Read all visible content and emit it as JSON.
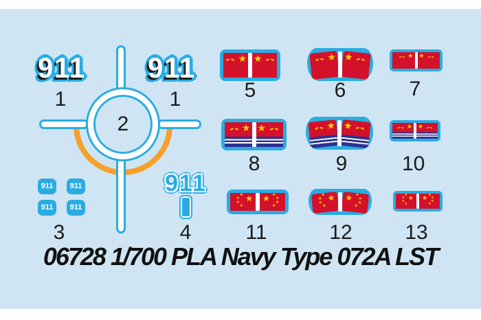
{
  "page": {
    "caption": "06728 1/700 PLA Navy Type 072A LST",
    "description": "decal-sheet"
  },
  "colors": {
    "background": "#cfe5f3",
    "outline_cyan": "#2aace3",
    "arc_orange": "#f5a02d",
    "flag_red": "#d4112b",
    "flag_navy": "#2e3192",
    "star_yellow": "#ffd200",
    "text_black": "#1a1a1a",
    "white": "#ffffff"
  },
  "glyphs": {
    "star": "★"
  },
  "hull": {
    "number": "911"
  },
  "labels": {
    "i1a": "1",
    "i1b": "1",
    "i2": "2",
    "i3": "3",
    "i4": "4",
    "i5": "5",
    "i6": "6",
    "i7": "7",
    "i8": "8",
    "i9": "9",
    "i10": "10",
    "i11": "11",
    "i12": "12",
    "i13": "13"
  },
  "flags": {
    "row1_style": "pla-military-flag-red-star",
    "row2_style": "pla-navy-ensign-striped",
    "row3_style": "china-national-flag",
    "variants": [
      "flat-large",
      "wavy",
      "flat-small"
    ]
  }
}
